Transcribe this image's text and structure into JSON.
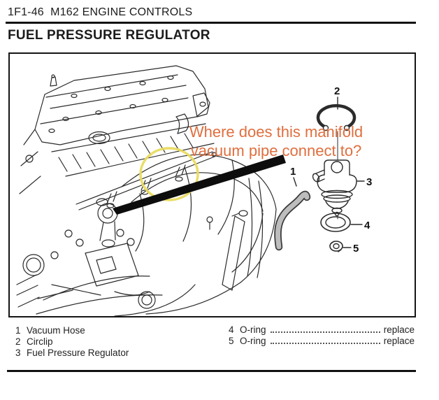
{
  "header": {
    "section": "1F1-46  M162 ENGINE CONTROLS",
    "title": "FUEL PRESSURE REGULATOR"
  },
  "annotation": {
    "line1": "Where does this manifold",
    "line2": "vacuum pipe connect to?",
    "text_color": "#e06e3e",
    "highlight_color": "#e9db5f",
    "arrow_color": "#0d0d0d"
  },
  "diagram": {
    "description": "Engine line drawing with exploded view of fuel pressure regulator",
    "callouts": {
      "vacuum_hose": "1",
      "circlip": "2",
      "regulator": "3",
      "oring_large": "4",
      "oring_small": "5"
    }
  },
  "legend": {
    "left": [
      {
        "number": "1",
        "label": "Vacuum Hose"
      },
      {
        "number": "2",
        "label": "Circlip"
      },
      {
        "number": "3",
        "label": "Fuel Pressure Regulator"
      }
    ],
    "right": [
      {
        "number": "4",
        "label": "O-ring",
        "note": "replace"
      },
      {
        "number": "5",
        "label": "O-ring",
        "note": "replace"
      }
    ]
  }
}
